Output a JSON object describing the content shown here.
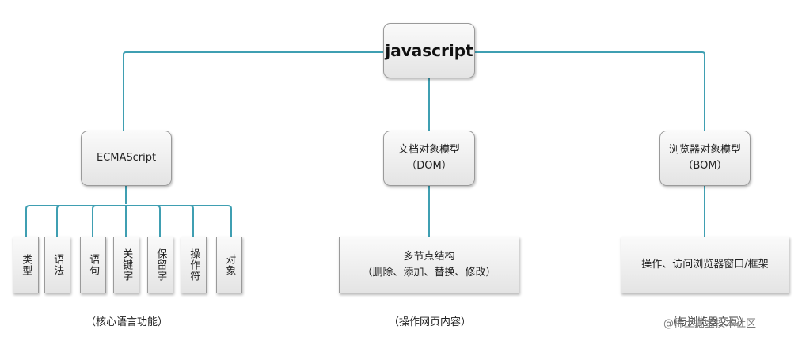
{
  "root": {
    "label": "javascript"
  },
  "ecmascript": {
    "label": "ECMAScript",
    "children": [
      "类型",
      "语法",
      "语句",
      "关键字",
      "保留字",
      "操作符",
      "对象"
    ],
    "caption": "（核心语言功能）"
  },
  "dom": {
    "title": "文档对象模型",
    "abbr": "（DOM）",
    "detail_line1": "多节点结构",
    "detail_line2": "（删除、添加、替换、修改）",
    "caption": "（操作网页内容）"
  },
  "bom": {
    "title": "浏览器对象模型",
    "abbr": "（BOM）",
    "detail": "操作、访问浏览器窗口/框架",
    "caption": "（与浏览器交互）"
  },
  "watermark": "@稀土掘金技术社区",
  "colors": {
    "connector": "#3f9fb2",
    "box_border": "#9a9a9a"
  }
}
